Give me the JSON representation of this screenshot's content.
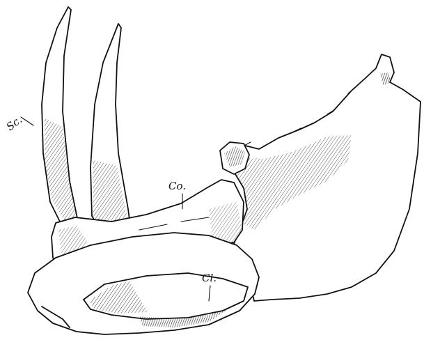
{
  "labels": {
    "scapula": "Sc.",
    "coracoid": "Co.",
    "clavicle": "Cl."
  }
}
